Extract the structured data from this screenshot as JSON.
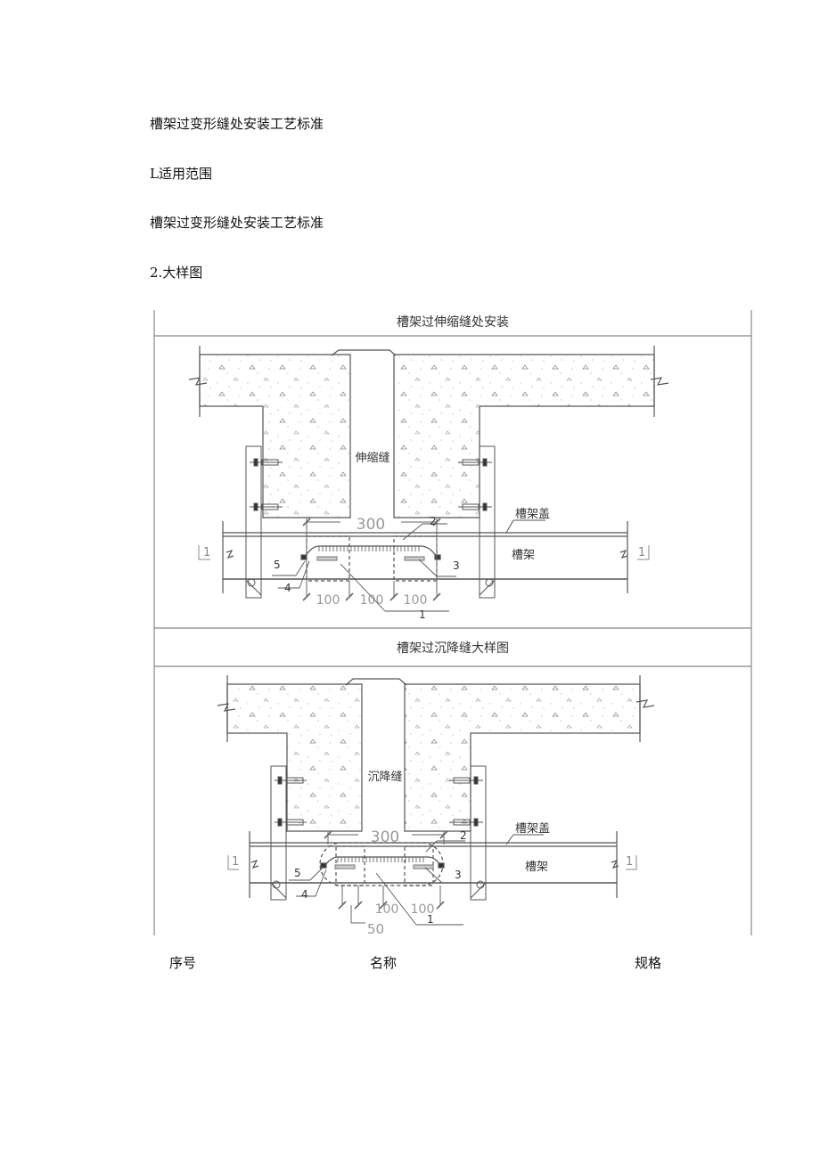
{
  "document": {
    "paragraphs": [
      "槽架过变形缝处安装工艺标准",
      "L适用范围",
      "槽架过变形缝处安装工艺标准",
      "2.大样图"
    ]
  },
  "figure": {
    "panels": [
      {
        "title": "槽架过伸缩缝处安装",
        "joint_label": "伸缩缝",
        "cover_label": "槽架盖",
        "tray_label": "槽架",
        "section_mark": "1",
        "overall_dim": "300",
        "sub_dims": [
          "100",
          "100",
          "100"
        ],
        "callouts": [
          "1",
          "2",
          "3",
          "4",
          "5"
        ]
      },
      {
        "title": "槽架过沉降缝大样图",
        "joint_label": "沉降缝",
        "cover_label": "槽架盖",
        "tray_label": "槽架",
        "section_mark": "1",
        "overall_dim": "300",
        "sub_dims": [
          "100",
          "100"
        ],
        "extra_dim": "50",
        "callouts": [
          "1",
          "2",
          "3",
          "4",
          "5"
        ]
      }
    ]
  },
  "table": {
    "headers": [
      "序号",
      "名称",
      "规格"
    ]
  },
  "colors": {
    "text": "#111111",
    "line": "#555555",
    "frame": "#888888",
    "dim_text": "#999999"
  }
}
